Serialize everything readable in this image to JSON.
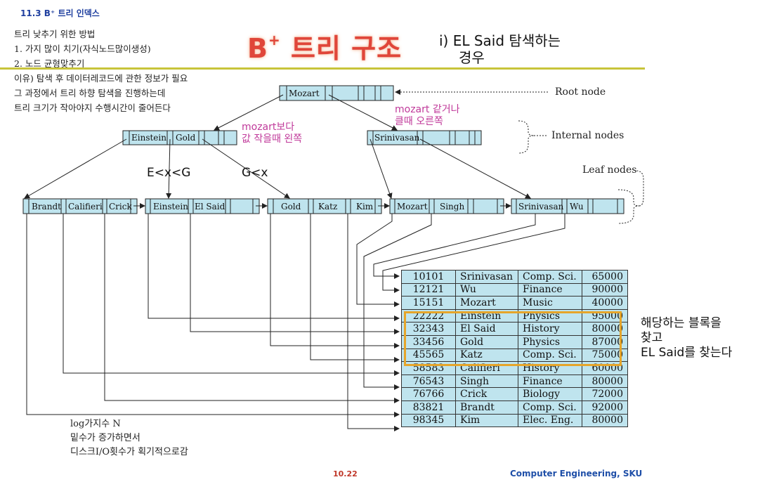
{
  "header": "11.3 B⁺ 트리 인덱스",
  "notes": [
    "트리 낮추기 위한 방법",
    "1. 가지 많이 치기(자식노드많이생성)",
    "2. 노드 균형맞추기",
    "이유) 탐색 후 데이터레코드에 관한 정보가 필요",
    "그 과정에서 트리 하향 탐색을 진행하는데",
    "트리 크기가 작아야지 수행시간이 줄어든다"
  ],
  "title": {
    "prefix": "B",
    "sup": "+",
    "rest": " 트리 구조"
  },
  "case_line1": "i) EL Said 탐색하는",
  "case_line2": "경우",
  "labels": {
    "root": "Root node",
    "internal": "Internal nodes",
    "leaf": "Leaf nodes"
  },
  "annotations": {
    "right_line1": "mozart 같거나",
    "right_line2": "클때 오른쪽",
    "left_line1": "mozart보다",
    "left_line2": "값 작을때 왼쪽",
    "ineq1": "E<x<G",
    "ineq2": "G<x"
  },
  "nodes": {
    "root": [
      "Mozart"
    ],
    "internal_left": [
      "Einstein",
      "Gold"
    ],
    "internal_right": [
      "Srinivasan"
    ],
    "leaf1": [
      "Brandt",
      "Califieri",
      "Crick"
    ],
    "leaf2": [
      "Einstein",
      "El Said"
    ],
    "leaf3": [
      "Gold",
      "Katz",
      "Kim"
    ],
    "leaf4": [
      "Mozart",
      "Singh"
    ],
    "leaf5": [
      "Srinivasan",
      "Wu"
    ]
  },
  "records": [
    [
      "10101",
      "Srinivasan",
      "Comp. Sci.",
      "65000"
    ],
    [
      "12121",
      "Wu",
      "Finance",
      "90000"
    ],
    [
      "15151",
      "Mozart",
      "Music",
      "40000"
    ],
    [
      "22222",
      "Einstein",
      "Physics",
      "95000"
    ],
    [
      "32343",
      "El Said",
      "History",
      "80000"
    ],
    [
      "33456",
      "Gold",
      "Physics",
      "87000"
    ],
    [
      "45565",
      "Katz",
      "Comp. Sci.",
      "75000"
    ],
    [
      "58583",
      "Califieri",
      "History",
      "60000"
    ],
    [
      "76543",
      "Singh",
      "Finance",
      "80000"
    ],
    [
      "76766",
      "Crick",
      "Biology",
      "72000"
    ],
    [
      "83821",
      "Brandt",
      "Comp. Sci.",
      "92000"
    ],
    [
      "98345",
      "Kim",
      "Elec. Eng.",
      "80000"
    ]
  ],
  "side_note": [
    "해당하는 블록을",
    "찾고",
    "EL Said를 찾는다"
  ],
  "footnote": [
    "log가지수 N",
    "밑수가 증가하면서",
    "디스크I/O횟수가 획기적으로감"
  ],
  "page_number": "10.22",
  "brand": "Computer Engineering, SKU",
  "colors": {
    "node_fill": "#bfe4ee",
    "title_red": "#e0463a",
    "highlight": "#e6a52a",
    "rule": "#c8c43a",
    "annotation": "#c0399a"
  }
}
